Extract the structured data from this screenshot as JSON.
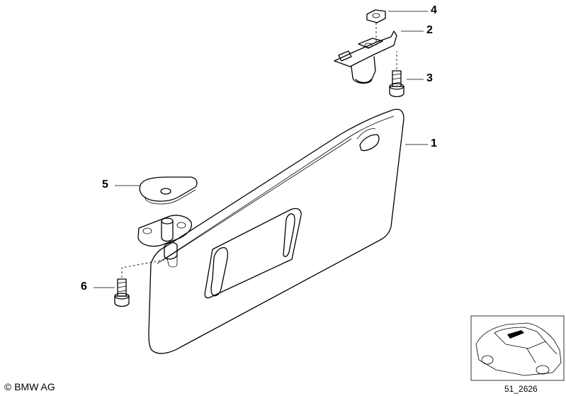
{
  "parts": [
    {
      "number": "1"
    },
    {
      "number": "2"
    },
    {
      "number": "3"
    },
    {
      "number": "4"
    },
    {
      "number": "5"
    },
    {
      "number": "6"
    }
  ],
  "footer": {
    "copyright": "© BMW AG",
    "diagram_id": "51_2626"
  }
}
